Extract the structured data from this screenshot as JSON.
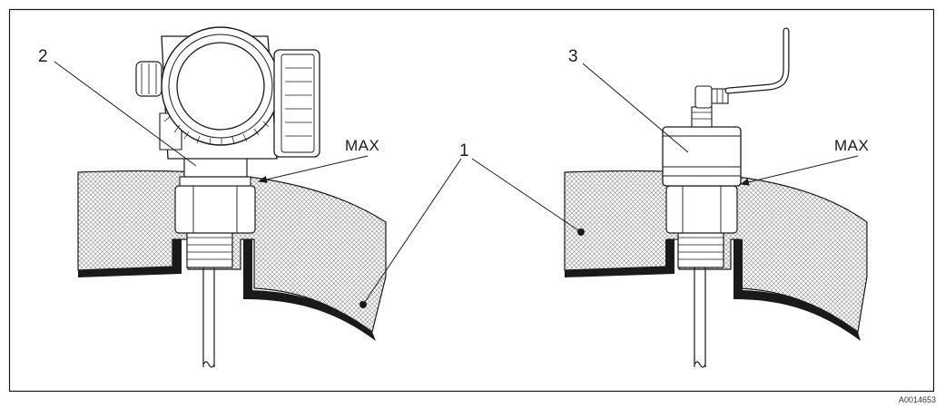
{
  "labels": {
    "callout_1": "1",
    "callout_2": "2",
    "callout_3": "3",
    "max_left": "MAX",
    "max_right": "MAX"
  },
  "figure_code": "A0014653",
  "colors": {
    "line": "#1a1a1a",
    "insulation_hatch": "#7a7a7a",
    "housing_fill": "#ffffff"
  }
}
